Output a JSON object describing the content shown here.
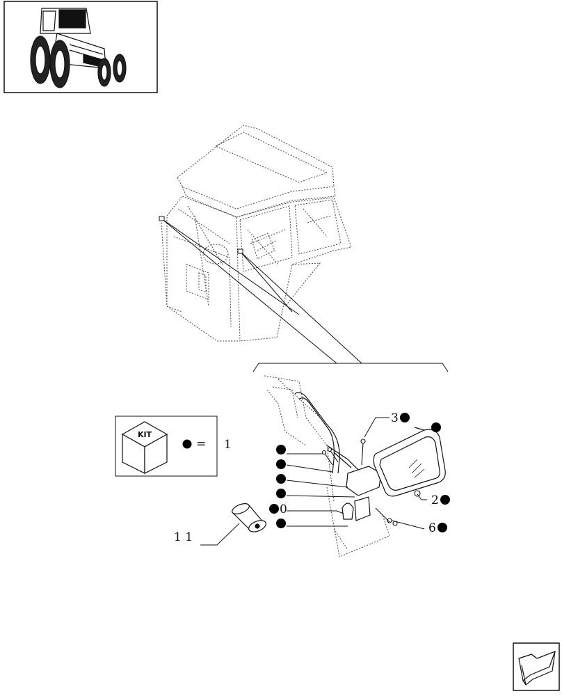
{
  "thumbnail": {
    "icon": "tractor-icon"
  },
  "legend": {
    "kit_label": "KIT",
    "equals": "=",
    "part_number": "1"
  },
  "callouts": {
    "c2": "2",
    "c3": "3",
    "c6": "6",
    "c10": "0",
    "c11": "1 1"
  },
  "nav": {
    "icon": "next-page-arrow-icon"
  },
  "colors": {
    "line": "#111111",
    "dotted": "#444444",
    "marker": "#000000"
  }
}
